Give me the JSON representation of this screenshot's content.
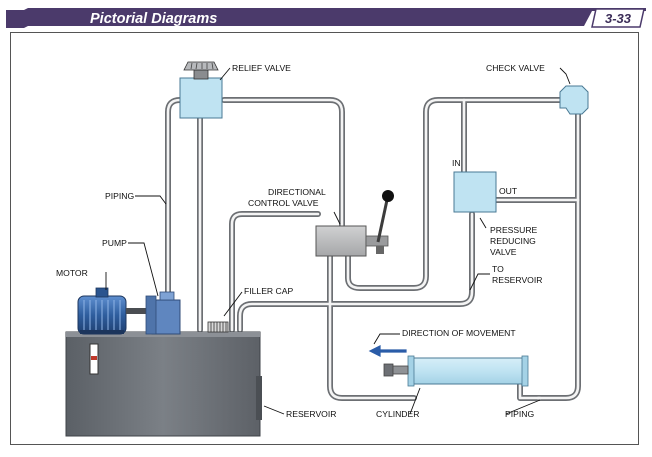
{
  "header": {
    "title": "Pictorial Diagrams",
    "page_number": "3-33",
    "band_color": "#4b3a6b"
  },
  "diagram": {
    "labels": {
      "relief_valve": "RELIEF VALVE",
      "check_valve": "CHECK VALVE",
      "piping_left": "PIPING",
      "directional_line1": "DIRECTIONAL",
      "directional_line2": "CONTROL VALVE",
      "in": "IN",
      "out": "OUT",
      "pressure_line1": "PRESSURE",
      "pressure_line2": "REDUCING",
      "pressure_line3": "VALVE",
      "pump": "PUMP",
      "to_line1": "TO",
      "to_line2": "RESERVOIR",
      "motor": "MOTOR",
      "filler_cap": "FILLER CAP",
      "direction": "DIRECTION OF MOVEMENT",
      "reservoir": "RESERVOIR",
      "cylinder": "CYLINDER",
      "piping_bottom": "PIPING"
    },
    "colors": {
      "pipe": "#6c6f73",
      "pipe_inner": "#f4f4f4",
      "component": "#bfe3f2",
      "reservoir": "#6d7278",
      "motor": "#3b6fb0",
      "arrow": "#2a5ca8",
      "valve_body": "#b8b9ba"
    }
  }
}
